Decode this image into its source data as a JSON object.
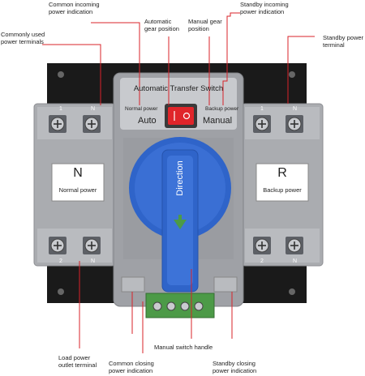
{
  "annotations": {
    "common_incoming": "Common incoming\npower indication",
    "auto_gear": "Automatic\ngear position",
    "manual_gear": "Manual gear\nposition",
    "standby_incoming": "Standby incoming\npower indication",
    "common_terminals": "Commonly used\npower terminals",
    "standby_terminal": "Standby power\nterminal",
    "load_outlet": "Load power\noutlet terminal",
    "common_closing": "Common closing\npower indication",
    "manual_handle": "Manual switch handle",
    "standby_closing": "Standby closing\npower indication"
  },
  "device": {
    "title": "Automatic Transfer Switch",
    "normal_power": "Normal power",
    "backup_power": "Backup power",
    "auto": "Auto",
    "manual": "Manual",
    "handle_text": "Direction",
    "left_module_letter": "N",
    "left_module_label": "Normal power",
    "right_module_letter": "R",
    "right_module_label": "Backup power",
    "terminal_marks": {
      "top_left": [
        "1",
        "N"
      ],
      "top_right": [
        "1",
        "N"
      ],
      "bottom_left": [
        "2",
        "N"
      ],
      "bottom_right": [
        "2",
        "N"
      ]
    }
  },
  "colors": {
    "annotation_line": "#d9232a",
    "body_gray": "#a8aaae",
    "handle_blue": "#2f64c9",
    "led_red": "#e0252a",
    "backing_black": "#1a1a1a",
    "terminal_green": "#4c9a47"
  }
}
